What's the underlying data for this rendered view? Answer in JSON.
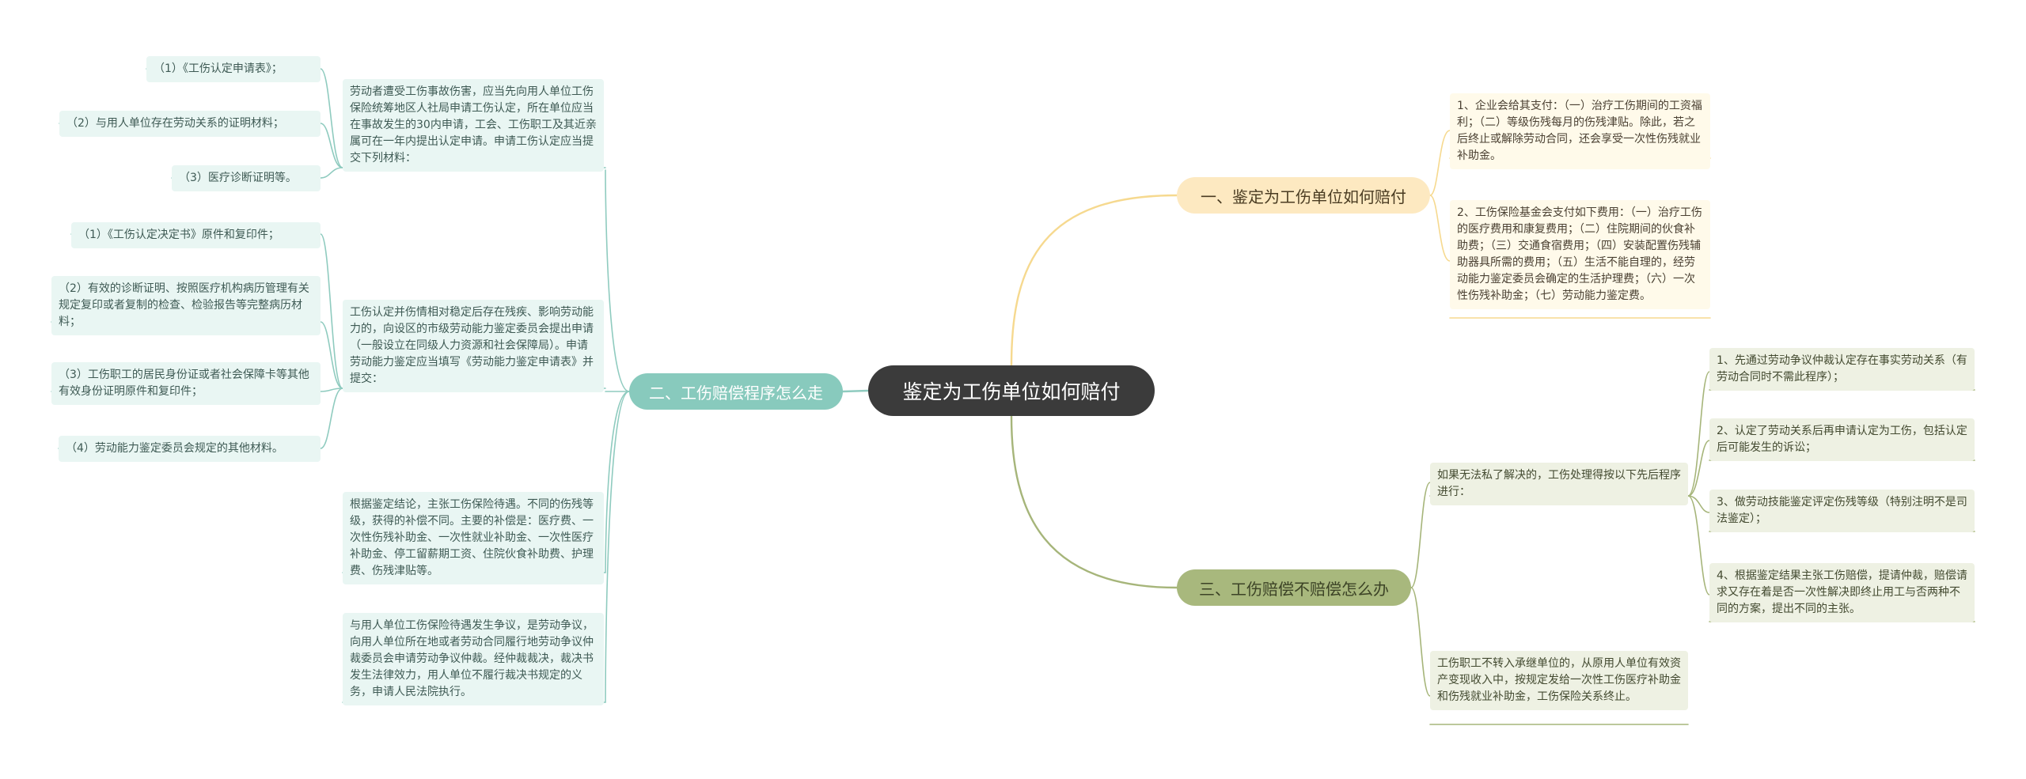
{
  "root": {
    "label": "鉴定为工伤单位如何赔付"
  },
  "branch1": {
    "label": "一、鉴定为工伤单位如何赔付",
    "items": [
      "1、企业会给其支付：（一）治疗工伤期间的工资福利；（二）等级伤残每月的伤残津贴。除此，若之后终止或解除劳动合同，还会享受一次性伤残就业补助金。",
      "2、工伤保险基金会支付如下费用：（一）治疗工伤的医疗费用和康复费用；（二）住院期间的伙食补助费；（三）交通食宿费用；（四）安装配置伤残辅助器具所需的费用；（五）生活不能自理的，经劳动能力鉴定委员会确定的生活护理费；（六）一次性伤残补助金；（七）劳动能力鉴定费。"
    ]
  },
  "branch2": {
    "label": "二、工伤赔偿程序怎么走",
    "group1": {
      "text": "劳动者遭受工伤事故伤害，应当先向用人单位工伤保险统筹地区人社局申请工伤认定，所在单位应当在事故发生的30内申请，工会、工伤职工及其近亲属可在一年内提出认定申请。申请工伤认定应当提交下列材料：",
      "items": [
        "（1）《工伤认定申请表》；",
        "（2）与用人单位存在劳动关系的证明材料；",
        "（3）医疗诊断证明等。"
      ]
    },
    "group2": {
      "text": "工伤认定并伤情相对稳定后存在残疾、影响劳动能力的，向设区的市级劳动能力鉴定委员会提出申请（一般设立在同级人力资源和社会保障局）。申请劳动能力鉴定应当填写《劳动能力鉴定申请表》并提交：",
      "items": [
        "（1）《工伤认定决定书》原件和复印件；",
        "（2）有效的诊断证明、按照医疗机构病历管理有关规定复印或者复制的检查、检验报告等完整病历材料；",
        "（3）工伤职工的居民身份证或者社会保障卡等其他有效身份证明原件和复印件；",
        "（4）劳动能力鉴定委员会规定的其他材料。"
      ]
    },
    "note3": "根据鉴定结论，主张工伤保险待遇。不同的伤残等级，获得的补偿不同。主要的补偿是：医疗费、一次性伤残补助金、一次性就业补助金、一次性医疗补助金、停工留薪期工资、住院伙食补助费、护理费、伤残津贴等。",
    "note4": "与用人单位工伤保险待遇发生争议，是劳动争议，向用人单位所在地或者劳动合同履行地劳动争议仲裁委员会申请劳动争议仲裁。经仲裁裁决，裁决书发生法律效力，用人单位不履行裁决书规定的义务，申请人民法院执行。"
  },
  "branch3": {
    "label": "三、工伤赔偿不赔偿怎么办",
    "group1": {
      "text": "如果无法私了解决的，工伤处理得按以下先后程序进行：",
      "items": [
        "1、先通过劳动争议仲裁认定存在事实劳动关系（有劳动合同时不需此程序）；",
        "2、认定了劳动关系后再申请认定为工伤，包括认定后可能发生的诉讼；",
        "3、做劳动技能鉴定评定伤残等级（特别注明不是司法鉴定）；",
        "4、根据鉴定结果主张工伤赔偿，提请仲裁，赔偿请求又存在着是否一次性解决即终止用工与否两种不同的方案，提出不同的主张。"
      ]
    },
    "note2": "工伤职工不转入承继单位的，从原用人单位有效资产变现收入中，按规定发给一次性工伤医疗补助金和伤残就业补助金，工伤保险关系终止。"
  },
  "colors": {
    "root_bg": "#3b3b3b",
    "branch1_bg": "#fde9c1",
    "branch1_line": "#f6d98f",
    "branch2_bg": "#88cabd",
    "branch2_line": "#8fcbbf",
    "branch3_bg": "#a8b87d",
    "branch3_line": "#a6b57a"
  }
}
